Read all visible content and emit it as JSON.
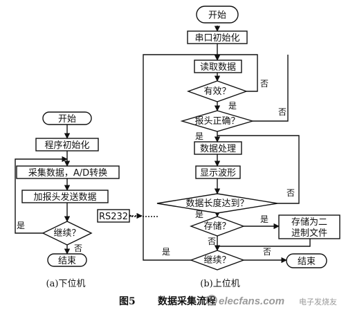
{
  "lower": {
    "start": "开始",
    "init": "程序初始化",
    "acquire": "采集数据，A/D转换",
    "send": "加报头发送数据",
    "continue": "继续？",
    "end": "结束",
    "yes": "是",
    "no": "否",
    "subcaption": "(a)下位机"
  },
  "link": "RS232",
  "upper": {
    "start": "开始",
    "serial_init": "串口初始化",
    "read": "读取数据",
    "valid": "有效？",
    "header_ok": "报头正确？",
    "process": "数据处理",
    "display": "显示波形",
    "length_ok": "数据长度达到？",
    "store_q": "存储？",
    "store_line1": "存储为二",
    "store_line2": "进制文件",
    "continue": "继续？",
    "end": "结束",
    "yes": "是",
    "no": "否",
    "subcaption": "(b)上位机"
  },
  "caption": {
    "figure": "图5",
    "title": "数据采集流程"
  },
  "watermark": {
    "brand": "elecfans.com",
    "tagline": "电子发烧友"
  }
}
